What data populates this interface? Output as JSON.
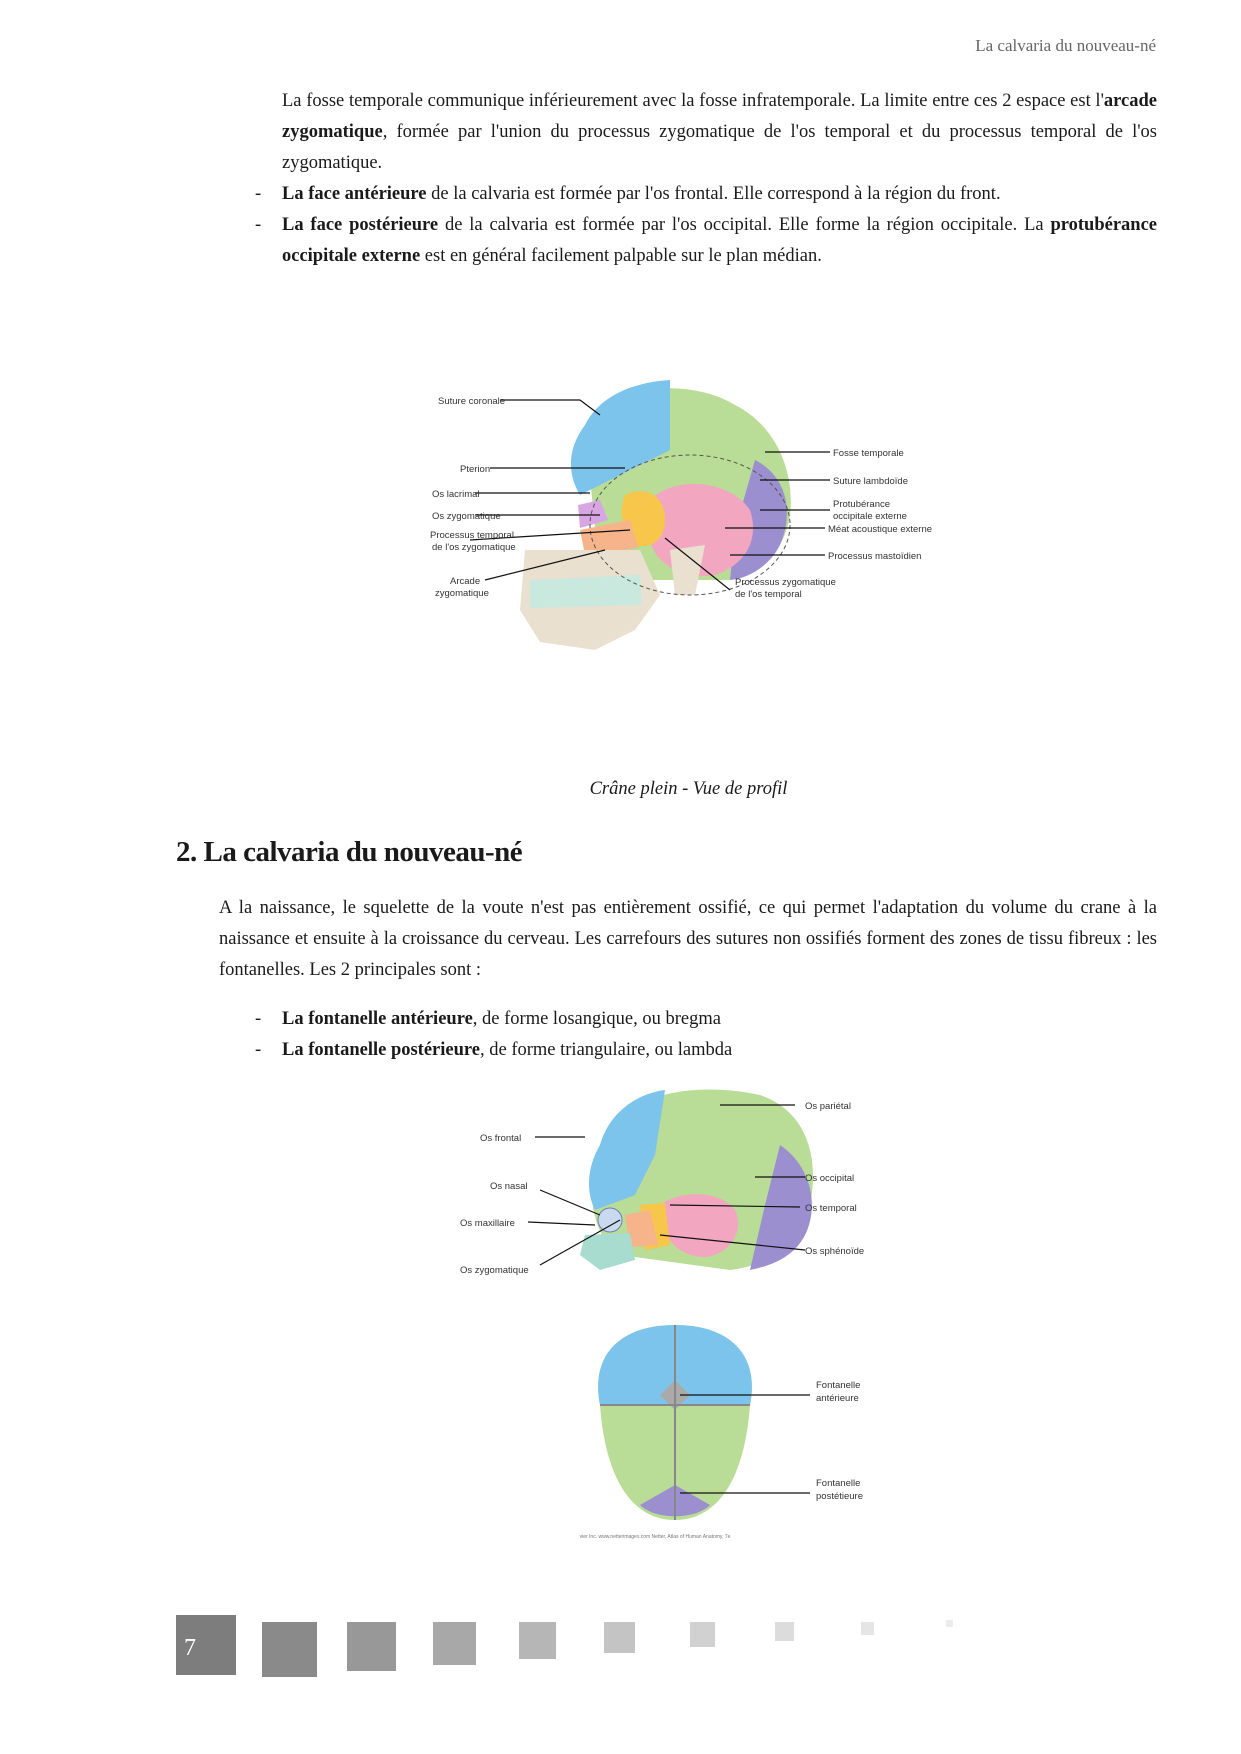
{
  "header": {
    "running_title": "La calvaria du nouveau-né"
  },
  "intro_paragraph": {
    "text_before": "La fosse temporale communique inférieurement avec la fosse infratemporale. La limite entre ces 2 espace est l'",
    "bold": "arcade zygomatique",
    "text_after": ", formée par l'union du processus zygomatique de l'os temporal et du processus temporal de l'os zygomatique."
  },
  "face_items": [
    {
      "dash": "-",
      "bold": "La face antérieure",
      "text": " de la calvaria est formée par l'os frontal. Elle correspond à la région du front."
    },
    {
      "dash": "-",
      "bold": "La face postérieure",
      "text": " de la calvaria est formée par l'os occipital. Elle forme la région occipitale. La ",
      "bold2": "protubérance occipitale externe",
      "text2": " est en général facilement palpable sur le plan médian."
    }
  ],
  "figure1": {
    "labels_left": [
      "Suture coronale",
      "Pterion",
      "Os lacrimal",
      "Os zygomatique",
      "Processus temporal",
      "de l'os zygomatique",
      "Arcade",
      "zygomatique"
    ],
    "labels_right": [
      "Fosse temporale",
      "Suture lambdoïde",
      "Protubérance",
      "occipitale  externe",
      "Méat acoustique externe",
      "Processus mastoïdien",
      "Processus zygomatique",
      "de l'os temporal"
    ],
    "caption": "Crâne plein - Vue de profil"
  },
  "section": {
    "title": "2. La calvaria du nouveau-né",
    "paragraph": "A la naissance, le squelette de la voute n'est pas entièrement ossifié, ce qui permet l'adaptation du volume du crane à la naissance et ensuite à la croissance du cerveau. Les carrefours des sutures non ossifiés forment des zones de tissu fibreux : les fontanelles. Les 2 principales sont :"
  },
  "fontanelles": [
    {
      "dash": "-",
      "bold": "La fontanelle antérieure",
      "text": ", de forme losangique, ou bregma"
    },
    {
      "dash": "-",
      "bold": "La fontanelle postérieure",
      "text": ", de forme triangulaire, ou lambda"
    }
  ],
  "figure2": {
    "labels_left": [
      "Os frontal",
      "Os nasal",
      "Os maxillaire",
      "Os zygomatique"
    ],
    "labels_right": [
      "Os pariétal",
      "Os occipital",
      "Os temporal",
      "Os sphénoïde"
    ]
  },
  "figure3": {
    "labels_right": [
      "Fontanelle",
      "antérieure",
      "Fontanelle",
      "postétieure"
    ],
    "credit": "vier Inc. www.netterimages.com Netter, Atlas of Human Anatomy, 7e"
  },
  "footer": {
    "page_number": "7"
  },
  "colors": {
    "frontal": "#7cc4ec",
    "parietal": "#b9dc96",
    "occipital": "#9b8fd0",
    "temporal": "#f3a6c0",
    "sphenoid": "#f7c64a",
    "zygomatic": "#f7b48a",
    "maxilla": "#a7dccf",
    "bone": "#e9e0cf"
  }
}
